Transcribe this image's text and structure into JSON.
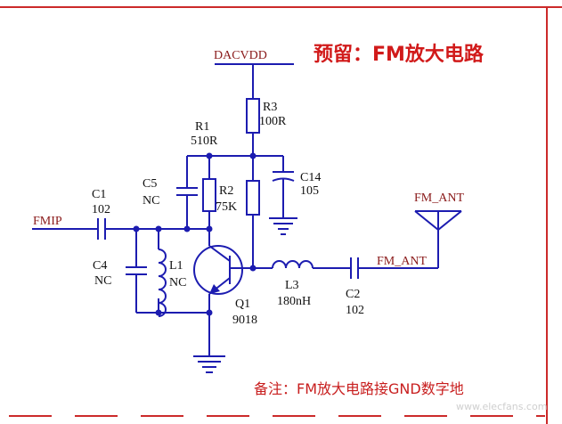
{
  "title": "预留：FM放大电路",
  "note": "备注：FM放大电路接GND数字地",
  "watermark": "www.elecfans.com",
  "nets": {
    "supply": "DACVDD",
    "input": "FMIP",
    "antenna_node": "FM_ANT",
    "antenna_label": "FM_ANT"
  },
  "components": {
    "r1": {
      "ref": "R1",
      "value": "510R"
    },
    "r2": {
      "ref": "R2",
      "value": "75K"
    },
    "r3": {
      "ref": "R3",
      "value": "100R"
    },
    "c1": {
      "ref": "C1",
      "value": "102"
    },
    "c2": {
      "ref": "C2",
      "value": "102"
    },
    "c4": {
      "ref": "C4",
      "value": "NC"
    },
    "c5": {
      "ref": "C5",
      "value": "NC"
    },
    "c14": {
      "ref": "C14",
      "value": "105"
    },
    "l1": {
      "ref": "L1",
      "value": "NC"
    },
    "l3": {
      "ref": "L3",
      "value": "180nH"
    },
    "q1": {
      "ref": "Q1",
      "value": "9018"
    }
  },
  "colors": {
    "wire": "#1c1cb0",
    "frame": "#cc2a2a",
    "title": "#d11a1a",
    "net_label": "#8a1a1a"
  }
}
